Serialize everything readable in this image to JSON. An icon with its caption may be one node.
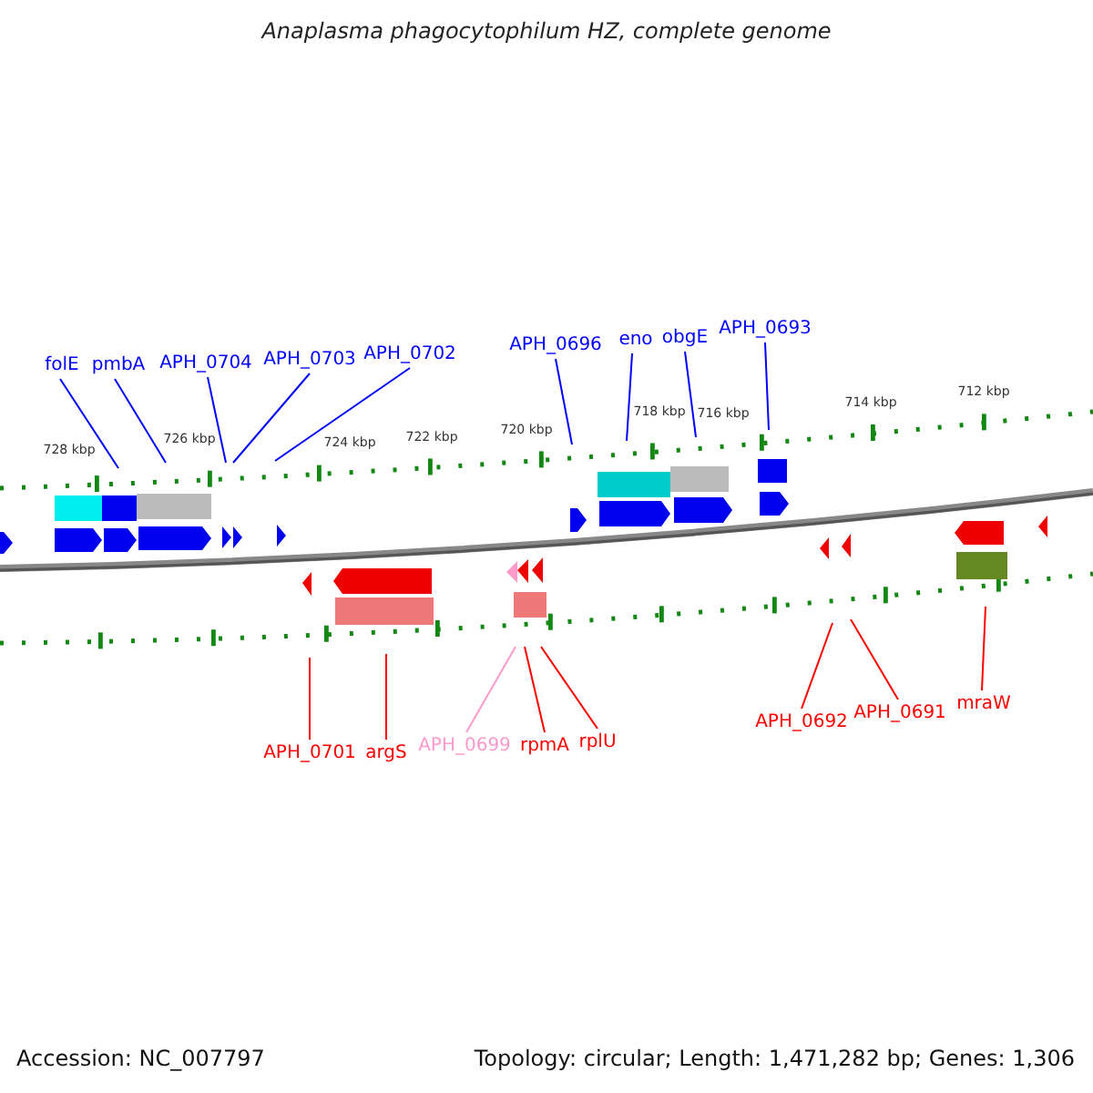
{
  "diagram": {
    "title": "Anaplasma phagocytophilum HZ, complete genome",
    "nodes": [
      {
        "text": [
          "folE"
        ]
      },
      {
        "text": [
          "pmbA"
        ]
      },
      {
        "text": [
          "APH_0704"
        ]
      },
      {
        "text": [
          "APH_0703"
        ]
      },
      {
        "text": [
          "APH_0702"
        ]
      },
      {
        "text": [
          "APH_0696"
        ]
      },
      {
        "text": [
          "eno"
        ]
      },
      {
        "text": [
          "obgE"
        ]
      },
      {
        "text": [
          "APH_0693"
        ]
      },
      {
        "text": [
          "APH_0701"
        ]
      },
      {
        "text": [
          "argS"
        ]
      },
      {
        "text": [
          "APH_0699"
        ]
      },
      {
        "text": [
          "rpmA"
        ]
      },
      {
        "text": [
          "rplU"
        ]
      },
      {
        "text": [
          "APH_0692"
        ]
      },
      {
        "text": [
          "APH_0691"
        ]
      },
      {
        "text": [
          "mraW"
        ]
      }
    ],
    "edges": [
      {
        "from": 0,
        "to": null,
        "arrow": "none"
      },
      {
        "from": 1,
        "to": null,
        "arrow": "none"
      },
      {
        "from": 2,
        "to": null,
        "arrow": "none"
      },
      {
        "from": 3,
        "to": null,
        "arrow": "none"
      },
      {
        "from": 4,
        "to": null,
        "arrow": "none"
      },
      {
        "from": 5,
        "to": null,
        "arrow": "none"
      },
      {
        "from": 6,
        "to": null,
        "arrow": "none"
      },
      {
        "from": 7,
        "to": null,
        "arrow": "none"
      },
      {
        "from": 8,
        "to": null,
        "arrow": "none"
      },
      {
        "from": 9,
        "to": null,
        "arrow": "none",
        "color": "#ff0000"
      },
      {
        "from": 10,
        "to": null,
        "arrow": "none",
        "color": "#ff0000"
      },
      {
        "from": 11,
        "to": null,
        "arrow": "none",
        "color": "#ff99cc"
      },
      {
        "from": 12,
        "to": null,
        "arrow": "none",
        "color": "#ff0000"
      },
      {
        "from": 13,
        "to": null,
        "arrow": "none",
        "color": "#ff0000"
      },
      {
        "from": 14,
        "to": null,
        "arrow": "none",
        "color": "#ff0000"
      },
      {
        "from": 15,
        "to": null,
        "arrow": "none",
        "color": "#ff0000"
      },
      {
        "from": 16,
        "to": null,
        "arrow": "none",
        "color": "#ff0000"
      }
    ],
    "labels": [
      "728 kbp",
      "726 kbp",
      "724 kbp",
      "722 kbp",
      "720 kbp",
      "718 kbp",
      "716 kbp",
      "714 kbp",
      "712 kbp",
      "Accession: NC_007797",
      "Topology: circular; Length: 1,471,282 bp; Genes: 1,306"
    ]
  }
}
